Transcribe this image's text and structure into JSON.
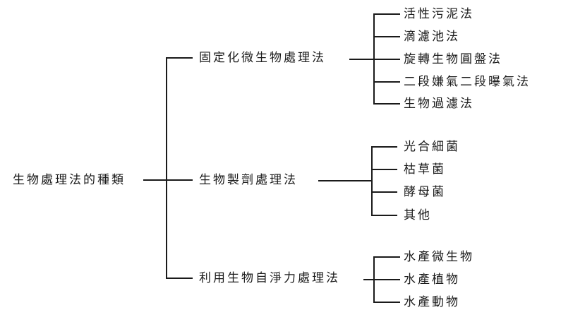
{
  "root": "生物處理法的種類",
  "branches": [
    {
      "label": "固定化微生物處理法",
      "children": [
        "活性污泥法",
        "滴濾池法",
        "旋轉生物圓盤法",
        "二段嫌氣二段曝氣法",
        "生物過濾法"
      ]
    },
    {
      "label": "生物製劑處理法",
      "children": [
        "光合細菌",
        "枯草菌",
        "酵母菌",
        "其他"
      ]
    },
    {
      "label": "利用生物自淨力處理法",
      "children": [
        "水產微生物",
        "水產植物",
        "水產動物"
      ]
    }
  ]
}
